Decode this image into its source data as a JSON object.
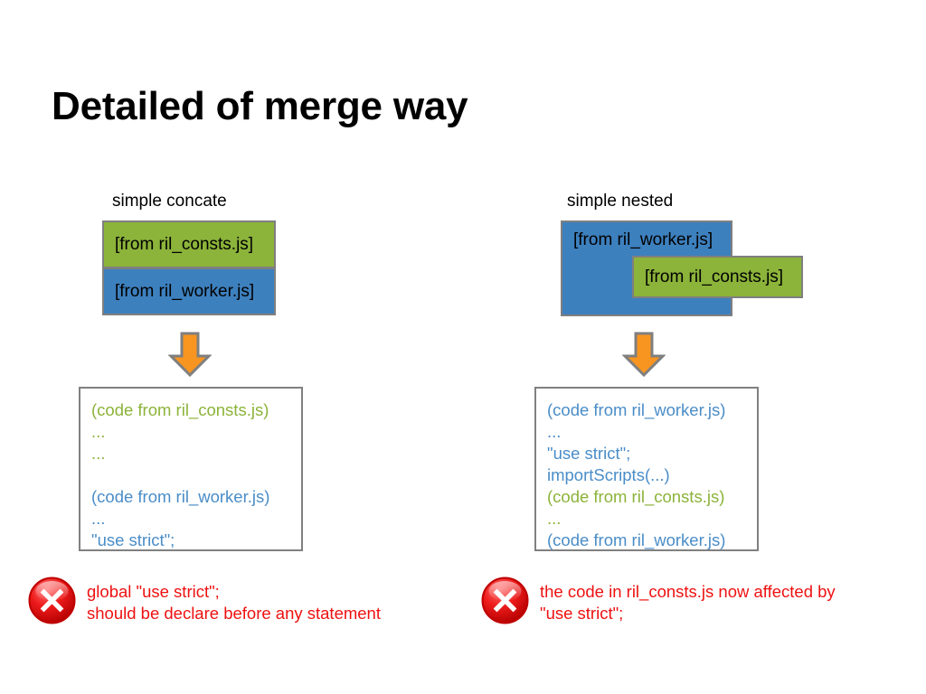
{
  "slide": {
    "title": "Detailed of merge way"
  },
  "columns": [
    {
      "id": "simple-concate",
      "label": "simple concate",
      "boxes": [
        {
          "label": "[from ril_consts.js]",
          "color": "#8CB33A",
          "role": "consts"
        },
        {
          "label": "[from ril_worker.js]",
          "color": "#3D80BE",
          "role": "worker"
        }
      ],
      "arrow": {
        "icon": "arrow-down-icon",
        "color": "#F79520"
      },
      "result_lines": [
        {
          "text": "(code from ril_consts.js)",
          "color": "green"
        },
        {
          "text": "...",
          "color": "green"
        },
        {
          "text": "...",
          "color": "green"
        },
        {
          "text": "",
          "color": "green"
        },
        {
          "text": "(code from ril_worker.js)",
          "color": "blue"
        },
        {
          "text": "...",
          "color": "blue"
        },
        {
          "text": "\"use strict\";",
          "color": "blue"
        }
      ],
      "note": {
        "icon": "error-cross-icon",
        "color": "#EE1111",
        "lines": [
          "global \"use strict\";",
          "should be declare before any statement"
        ]
      }
    },
    {
      "id": "simple-nested",
      "label": "simple nested",
      "boxes": [
        {
          "label": "[from ril_worker.js]",
          "color": "#3D80BE",
          "role": "worker"
        },
        {
          "label": "[from ril_consts.js]",
          "color": "#8CB33A",
          "role": "consts"
        }
      ],
      "arrow": {
        "icon": "arrow-down-icon",
        "color": "#F79520"
      },
      "result_lines": [
        {
          "text": "(code from ril_worker.js)",
          "color": "blue"
        },
        {
          "text": "...",
          "color": "blue"
        },
        {
          "text": "\"use strict\";",
          "color": "blue"
        },
        {
          "text": "importScripts(...)",
          "color": "blue"
        },
        {
          "text": "(code from ril_consts.js)",
          "color": "green"
        },
        {
          "text": "...",
          "color": "green"
        },
        {
          "text": "(code from ril_worker.js)",
          "color": "blue"
        }
      ],
      "note": {
        "icon": "error-cross-icon",
        "color": "#EE1111",
        "lines": [
          "the code in ril_consts.js now affected by",
          "\"use strict\";"
        ]
      }
    }
  ],
  "palette": {
    "green": "#8CB33A",
    "blue": "#3D80BE",
    "code_green": "#8CB33A",
    "code_blue": "#4A8DC8",
    "orange": "#F79520",
    "error_red": "#EE1111",
    "box_border": "#7F7F7F",
    "background": "#FFFFFF"
  }
}
